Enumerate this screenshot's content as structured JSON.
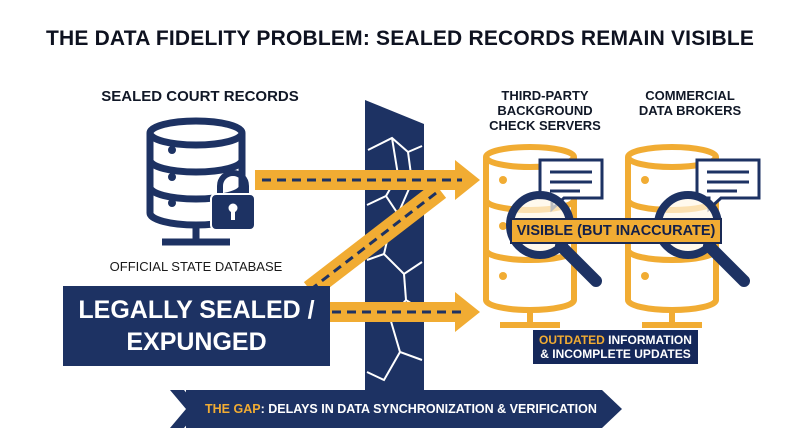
{
  "title": "THE DATA FIDELITY PROBLEM: SEALED RECORDS REMAIN VISIBLE",
  "left": {
    "heading": "SEALED COURT RECORDS",
    "caption": "OFFICIAL STATE DATABASE",
    "sealed_line1": "LEGALLY SEALED /",
    "sealed_line2": "EXPUNGED",
    "icons": [
      "database-icon",
      "padlock-icon"
    ]
  },
  "right": {
    "servers_heading": [
      "THIRD-PARTY",
      "BACKGROUND",
      "CHECK SERVERS"
    ],
    "brokers_heading": [
      "COMMERCIAL",
      "DATA BROKERS"
    ],
    "visible_label": "VISIBLE (BUT INACCURATE)",
    "outdated_highlight": "OUTDATED",
    "outdated_rest": " INFORMATION",
    "outdated_line2": "& INCOMPLETE UPDATES",
    "icons": [
      "server-icon",
      "magnifier-icon",
      "document-icon"
    ]
  },
  "gap": {
    "highlight": "THE GAP",
    "rest": ": DELAYS IN DATA SYNCHRONIZATION & VERIFICATION"
  },
  "colors": {
    "navy": "#1d3263",
    "orange": "#f1ac33",
    "text": "#111827"
  }
}
